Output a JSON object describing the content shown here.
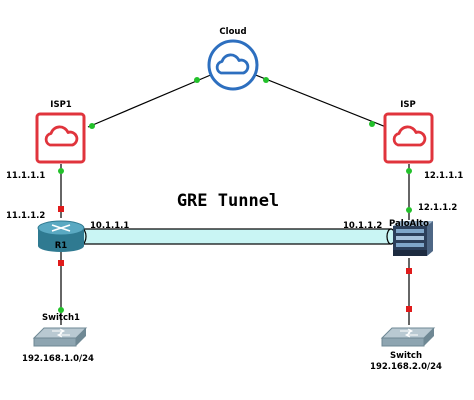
{
  "diagram": {
    "title": "GRE Tunnel",
    "nodes": {
      "cloud": {
        "label": "Cloud"
      },
      "isp1": {
        "label": "ISP1"
      },
      "isp": {
        "label": "ISP"
      },
      "r1": {
        "label": "R1"
      },
      "paloalto": {
        "label": "PaloAlto"
      },
      "switch1": {
        "label": "Switch1",
        "subnet": "192.168.1.0/24"
      },
      "switch": {
        "label": "Switch",
        "subnet": "192.168.2.0/24"
      }
    },
    "addresses": {
      "isp1_down": "11.1.1.1",
      "r1_up": "11.1.1.2",
      "r1_tunnel": "10.1.1.1",
      "pa_tunnel": "10.1.1.2",
      "isp_down": "12.1.1.1",
      "pa_up": "12.1.1.2"
    },
    "colors": {
      "cloud_icon": "#2d6fbf",
      "isp_icon": "#e0343c",
      "link_up": "#22c12a",
      "link_down": "#e01b1b",
      "tunnel_fill": "#c9f5f4",
      "router": "#3f8ea6"
    }
  }
}
